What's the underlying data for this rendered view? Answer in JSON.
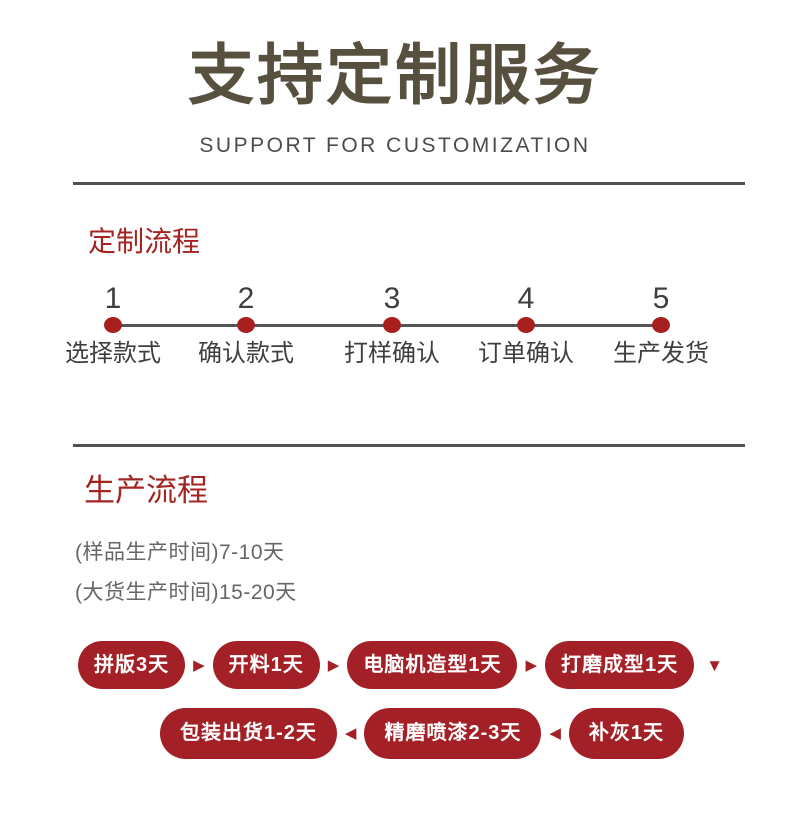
{
  "header": {
    "title": "支持定制服务",
    "subtitle": "SUPPORT FOR CUSTOMIZATION"
  },
  "custom_process": {
    "heading": "定制流程",
    "steps": [
      {
        "num": "1",
        "label": "选择款式"
      },
      {
        "num": "2",
        "label": "确认款式"
      },
      {
        "num": "3",
        "label": "打样确认"
      },
      {
        "num": "4",
        "label": "订单确认"
      },
      {
        "num": "5",
        "label": "生产发货"
      }
    ]
  },
  "production_process": {
    "heading": "生产流程",
    "times": [
      "(样品生产时间)7-10天",
      "(大货生产时间)15-20天"
    ],
    "flow_row1": [
      "拼版3天",
      "开料1天",
      "电脑机造型1天",
      "打磨成型1天"
    ],
    "flow_row2": [
      "包装出货1-2天",
      "精磨喷漆2-3天",
      "补灰1天"
    ]
  },
  "icons": {
    "arrow_right": "▶",
    "arrow_left": "◀",
    "arrow_down": "▼"
  },
  "colors": {
    "accent_red": "#a32126",
    "title_brown": "#57503f",
    "divider_gray": "#515151",
    "text_gray": "#666666"
  }
}
